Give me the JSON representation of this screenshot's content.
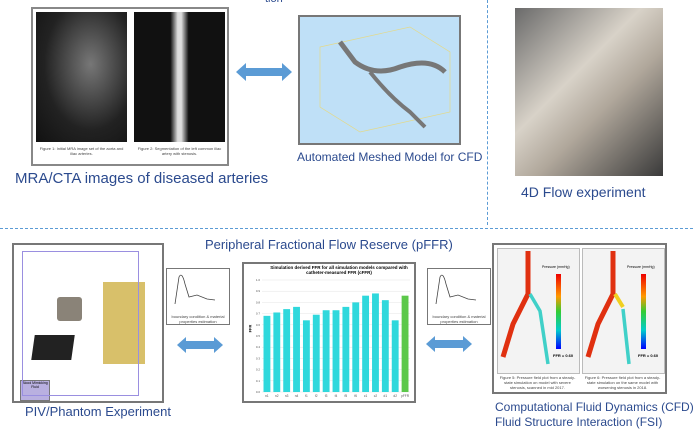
{
  "top": {
    "partial_heading": "tion",
    "mra": {
      "label": "MRA/CTA images of diseased arteries",
      "fig1": "Figure 1: Initial MRA image set of the aorta and iliac arteries.",
      "fig2": "Figure 2: Segmentation of the left common iliac artery with stenosis."
    },
    "mesh": {
      "label": "Automated Meshed Model for CFD"
    },
    "flow": {
      "label": "4D Flow experiment"
    }
  },
  "bottom": {
    "title": "Peripheral Fractional Flow Reserve (pFFR)",
    "piv": {
      "label": "PIV/Phantom Experiment",
      "fluid_box": "Blood Mimicking Fluid"
    },
    "bc_box": {
      "caption": "boundary condition & material properties estimation"
    },
    "cfd": {
      "label1": "Computational Fluid Dynamics (CFD)",
      "label2": "Fluid Structure Interaction (FSI)",
      "fig5": "Figure 5: Pressure field plot from a steady-state simulation on model with severe stenosis, scanned in mid 2017.",
      "fig6": "Figure 6: Pressure field plot from a steady-state simulation on the same model with worsening stenosis in 2018.",
      "ffr1": "FFR = 0.60",
      "ffr2": "FFR = 0.60",
      "legend_title": "Pressure (mmHg)"
    }
  },
  "colors": {
    "label": "#2b4a8e",
    "arrow": "#5b9bd5",
    "bar": "#2fd8dc",
    "bar_ref": "#5cc84a"
  },
  "chart_data": {
    "type": "bar",
    "title": "Simulation derived FFR for all simulation models compared with catheter-measured FFR (cFFR)",
    "ylabel": "FFR",
    "xlabel": "",
    "ylim": [
      0,
      1
    ],
    "categories": [
      "n1",
      "n2",
      "n3",
      "n4",
      "f1",
      "f2",
      "f3",
      "f4",
      "f5",
      "f6",
      "c1",
      "c2",
      "d1",
      "d2",
      "pFFR"
    ],
    "values": [
      0.68,
      0.71,
      0.74,
      0.76,
      0.64,
      0.69,
      0.73,
      0.73,
      0.76,
      0.8,
      0.86,
      0.88,
      0.82,
      0.64,
      0.86
    ]
  }
}
